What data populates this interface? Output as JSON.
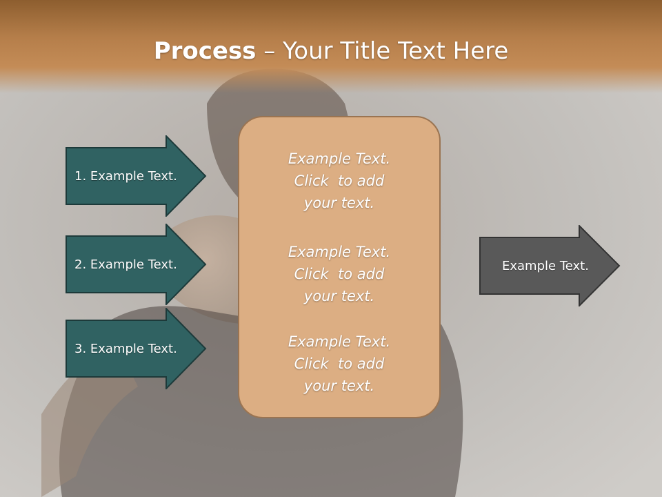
{
  "title": {
    "bold": "Process",
    "rest": " – Your Title Text Here"
  },
  "left_arrows": [
    {
      "label": "1. Example Text."
    },
    {
      "label": "2. Example Text."
    },
    {
      "label": "3. Example Text."
    }
  ],
  "center_box": {
    "blocks": [
      {
        "line1": "Example Text.",
        "line2": "Click  to add",
        "line3": "your text."
      },
      {
        "line1": "Example Text.",
        "line2": "Click  to add",
        "line3": "your text."
      },
      {
        "line1": "Example Text.",
        "line2": "Click  to add",
        "line3": "your text."
      }
    ]
  },
  "right_arrow": {
    "label": "Example Text."
  },
  "colors": {
    "title_band": "#b57e4a",
    "left_arrow_fill": "#306262",
    "center_box_fill": "#dcae83",
    "right_arrow_fill": "#595959"
  }
}
